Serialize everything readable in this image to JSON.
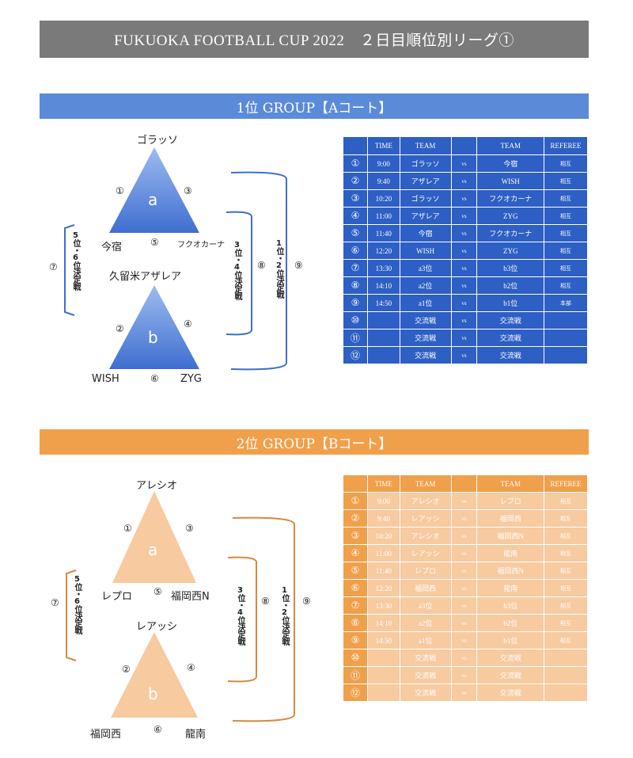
{
  "title": "FUKUOKA FOOTBALL CUP  2022　２日目順位別リーグ①",
  "groupA": {
    "header": "1位 GROUP【Aコート】",
    "top_team": "ゴラッソ",
    "a_left": "今宿",
    "a_right": "フクオカーナ",
    "mid_team": "久留米アザレア",
    "b_left": "WISH",
    "b_right": "ZYG",
    "tri_a": "a",
    "tri_b": "b",
    "n1": "①",
    "n2": "②",
    "n3": "③",
    "n4": "④",
    "n5": "⑤",
    "n6": "⑥",
    "n7": "⑦",
    "n8": "⑧",
    "n9": "⑨",
    "bracket56": "5位・6位決定戦",
    "bracket34": "3位・4位決定戦",
    "bracket12": "1位・2位決定戦",
    "table_head": [
      "",
      "TIME",
      "TEAM",
      "",
      "TEAM",
      "REFEREE"
    ],
    "rows": [
      [
        "①",
        "9:00",
        "ゴラッソ",
        "vs",
        "今宿",
        "相互"
      ],
      [
        "②",
        "9:40",
        "アザレア",
        "vs",
        "WISH",
        "相互"
      ],
      [
        "③",
        "10:20",
        "ゴラッソ",
        "vs",
        "フクオカーナ",
        "相互"
      ],
      [
        "④",
        "11:00",
        "アザレア",
        "vs",
        "ZYG",
        "相互"
      ],
      [
        "⑤",
        "11:40",
        "今宿",
        "vs",
        "フクオカーナ",
        "相互"
      ],
      [
        "⑥",
        "12:20",
        "WISH",
        "vs",
        "ZYG",
        "相互"
      ],
      [
        "⑦",
        "13:30",
        "a3位",
        "vs",
        "b3位",
        "相互"
      ],
      [
        "⑧",
        "14:10",
        "a2位",
        "vs",
        "b2位",
        "相互"
      ],
      [
        "⑨",
        "14:50",
        "a1位",
        "vs",
        "b1位",
        "本部"
      ],
      [
        "⑩",
        "",
        "交流戦",
        "vs",
        "交流戦",
        ""
      ],
      [
        "⑪",
        "",
        "交流戦",
        "vs",
        "交流戦",
        ""
      ],
      [
        "⑫",
        "",
        "交流戦",
        "vs",
        "交流戦",
        ""
      ]
    ]
  },
  "groupB": {
    "header": "2位 GROUP【Bコート】",
    "top_team": "アレシオ",
    "a_left": "レプロ",
    "a_right": "福岡西N",
    "mid_team": "レアッシ",
    "b_left": "福岡西",
    "b_right": "龍南",
    "tri_a": "a",
    "tri_b": "b",
    "n1": "①",
    "n2": "②",
    "n3": "③",
    "n4": "④",
    "n5": "⑤",
    "n6": "⑥",
    "n7": "⑦",
    "n8": "⑧",
    "n9": "⑨",
    "bracket56": "5位・6位決定戦",
    "bracket34": "3位・4位決定戦",
    "bracket12": "1位・2位決定戦",
    "table_head": [
      "",
      "TIME",
      "TEAM",
      "",
      "TEAM",
      "REFEREE"
    ],
    "rows": [
      [
        "①",
        "9:00",
        "アレシオ",
        "vs",
        "レプロ",
        "相互"
      ],
      [
        "②",
        "9:40",
        "レアッシ",
        "vs",
        "福岡西",
        "相互"
      ],
      [
        "③",
        "10:20",
        "アレシオ",
        "vs",
        "福岡西N",
        "相互"
      ],
      [
        "④",
        "11:00",
        "レアッシ",
        "vs",
        "龍南",
        "相互"
      ],
      [
        "⑤",
        "11:40",
        "レプロ",
        "vs",
        "福岡西N",
        "相互"
      ],
      [
        "⑥",
        "12:20",
        "福岡西",
        "vs",
        "龍南",
        "相互"
      ],
      [
        "⑦",
        "13:30",
        "a3位",
        "vs",
        "b3位",
        "相互"
      ],
      [
        "⑧",
        "14:10",
        "a2位",
        "vs",
        "b2位",
        "相互"
      ],
      [
        "⑨",
        "14:50",
        "a1位",
        "vs",
        "b1位",
        "相互"
      ],
      [
        "⑩",
        "",
        "交流戦",
        "vs",
        "交流戦",
        ""
      ],
      [
        "⑪",
        "",
        "交流戦",
        "vs",
        "交流戦",
        ""
      ],
      [
        "⑫",
        "",
        "交流戦",
        "vs",
        "交流戦",
        ""
      ]
    ]
  },
  "colors": {
    "blue_accent": "#5b8bd8",
    "blue_table": "#2d5fc4",
    "orange_accent": "#f0a04a",
    "orange_light": "#f7caa0",
    "title_gray": "#7a7a7a"
  }
}
